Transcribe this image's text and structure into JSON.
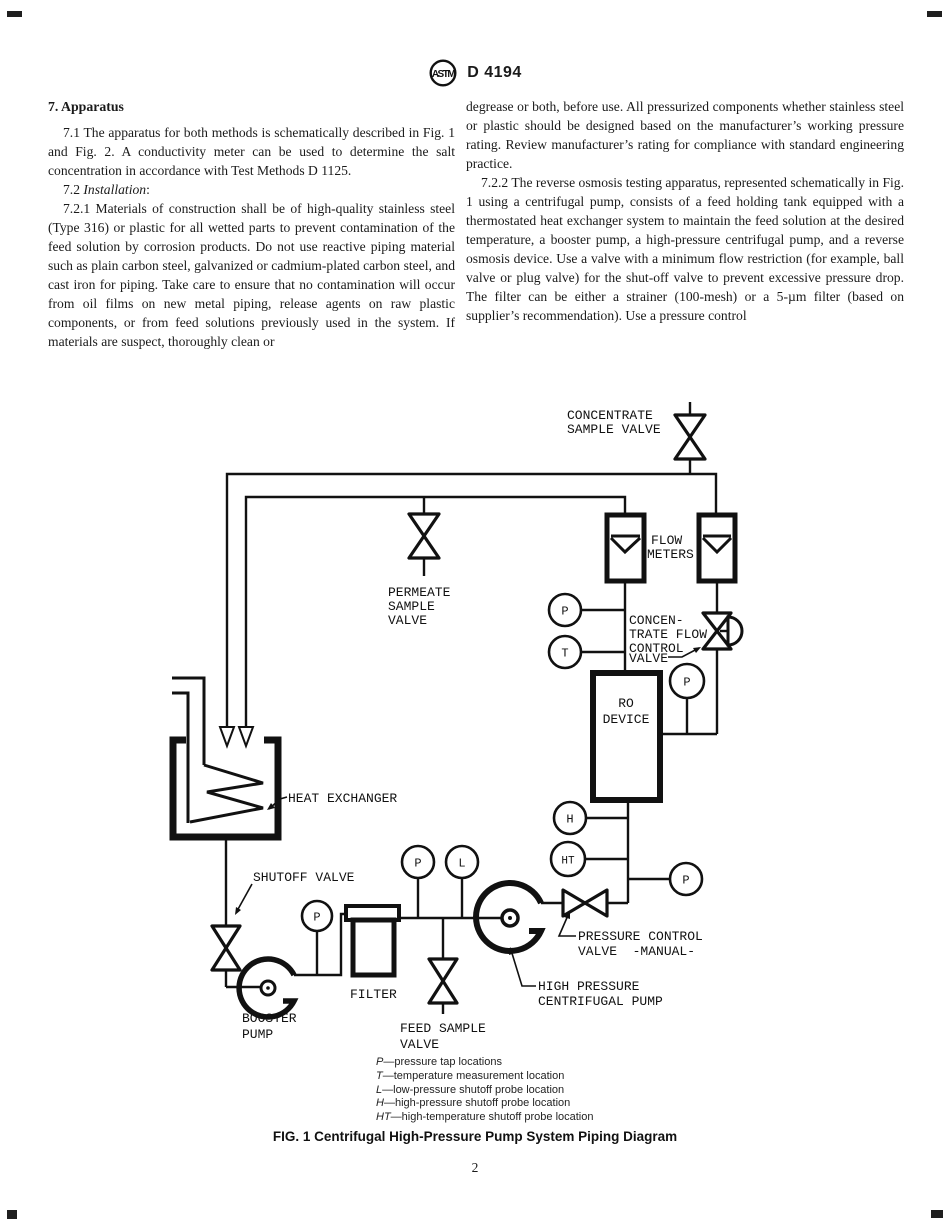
{
  "header": {
    "logo": "ASTM",
    "designation": "D 4194"
  },
  "article": {
    "section_heading": "7.  Apparatus",
    "p_7_1": "7.1 The apparatus for both methods is schematically described in Fig. 1 and Fig. 2. A conductivity meter can be used to determine the salt concentration in accordance with Test Methods D 1125.",
    "p_7_2": {
      "num": "7.2 ",
      "term": "Installation",
      "tail": ":"
    },
    "p_7_2_1": "7.2.1 Materials of construction shall be of high-quality stainless steel (Type 316) or plastic for all wetted parts to prevent contamination of the feed solution by corrosion products. Do not use reactive piping material such as plain carbon steel, galvanized or cadmium-plated carbon steel, and cast iron for piping. Take care to ensure that no contamination will occur from oil films on new metal piping, release agents on raw plastic components, or from feed solutions previously used in the system. If materials are suspect, thoroughly clean or",
    "p_cont": "degrease or both, before use. All pressurized components whether stainless steel or plastic should be designed based on the manufacturer’s working pressure rating. Review manufacturer’s rating for compliance with standard engineering practice.",
    "p_7_2_2": "7.2.2 The reverse osmosis testing apparatus, represented schematically in Fig. 1 using a centrifugal pump, consists of a feed holding tank equipped with a thermostated heat exchanger system to maintain the feed solution at the desired temperature, a booster pump, a high-pressure centrifugal pump, and a reverse osmosis device. Use a valve with a minimum flow restriction (for example, ball valve or plug valve) for the shut-off valve to prevent excessive pressure drop. The filter can be either a strainer (100-mesh) or a 5-µm filter (based on supplier’s recommendation). Use a pressure control"
  },
  "diagram": {
    "labels": {
      "concentrate_sample_valve": [
        "CONCENTRATE",
        "SAMPLE VALVE"
      ],
      "flow_meters": [
        "FLOW",
        "METERS"
      ],
      "permeate_sample_valve": [
        "PERMEATE",
        "SAMPLE",
        "VALVE"
      ],
      "concentrate_flow_control_valve": [
        "CONCEN-",
        "TRATE FLOW",
        "CONTROL",
        "VALVE"
      ],
      "ro_device": [
        "RO",
        "DEVICE"
      ],
      "heat_exchanger": "HEAT EXCHANGER",
      "shutoff_valve": "SHUTOFF VALVE",
      "pressure_control_valve": [
        "PRESSURE CONTROL",
        "VALVE  -MANUAL-"
      ],
      "high_pressure_pump": [
        "HIGH PRESSURE",
        "CENTRIFUGAL PUMP"
      ],
      "booster_pump": [
        "BOOSTER",
        "PUMP"
      ],
      "filter": "FILTER",
      "feed_sample_valve": [
        "FEED SAMPLE",
        "VALVE"
      ]
    },
    "gauges": {
      "p": "P",
      "t": "T",
      "l": "L",
      "h": "H",
      "ht": "HT"
    },
    "legend": [
      {
        "sym": "P",
        "desc": "—pressure tap locations"
      },
      {
        "sym": "T",
        "desc": "—temperature measurement location"
      },
      {
        "sym": "L",
        "desc": "—low-pressure shutoff probe location"
      },
      {
        "sym": "H",
        "desc": "—high-pressure shutoff probe location"
      },
      {
        "sym": "HT",
        "desc": "—high-temperature shutoff probe location"
      }
    ],
    "caption": "FIG. 1 Centrifugal High-Pressure Pump System Piping Diagram"
  },
  "page": {
    "number": "2"
  }
}
